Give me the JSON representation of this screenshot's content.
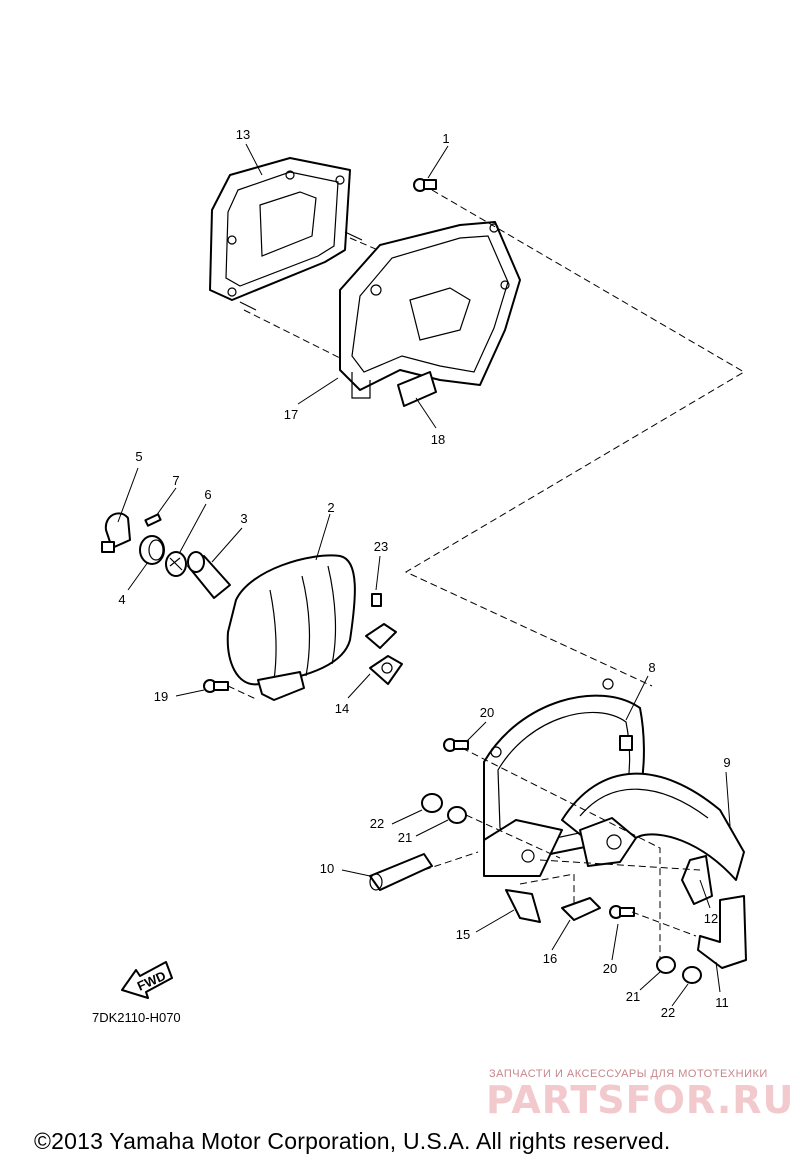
{
  "diagram": {
    "code": "7DK2110-H070",
    "fwd_label": "FWD",
    "copyright": "©2013 Yamaha Motor Corporation, U.S.A. All rights reserved.",
    "watermark": {
      "tagline": "ЗАПЧАСТИ И АКСЕССУАРЫ ДЛЯ МОТОТЕХНИКИ",
      "brand": "PARTSFOR.RU"
    },
    "callouts": {
      "c1": "1",
      "c2": "2",
      "c3": "3",
      "c4": "4",
      "c5": "5",
      "c6": "6",
      "c7": "7",
      "c8": "8",
      "c9": "9",
      "c10": "10",
      "c11": "11",
      "c12": "12",
      "c13": "13",
      "c14": "14",
      "c15": "15",
      "c16": "16",
      "c17": "17",
      "c18": "18",
      "c19": "19",
      "c20a": "20",
      "c20b": "20",
      "c21a": "21",
      "c21b": "21",
      "c22a": "22",
      "c22b": "22",
      "c23": "23"
    }
  }
}
